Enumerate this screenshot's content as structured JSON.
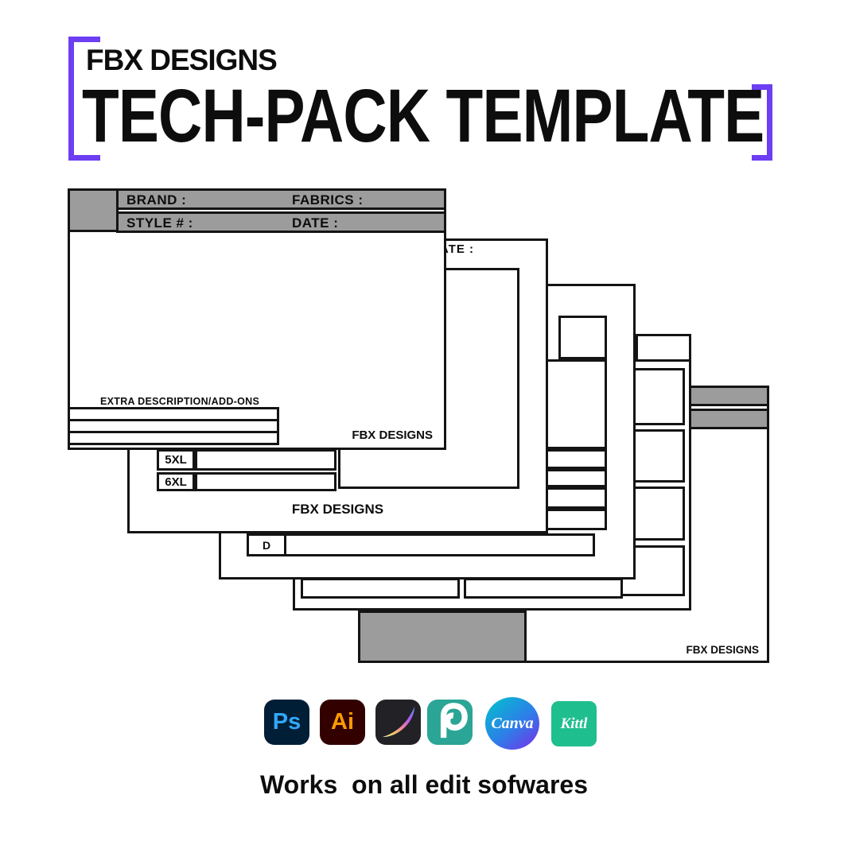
{
  "header": {
    "brand": "FBX DESIGNS",
    "title": "TECH-PACK TEMPLATE"
  },
  "pages": {
    "page1": {
      "brand_label": "BRAND :",
      "fabrics_label": "FABRICS :",
      "style_label": "STYLE # :",
      "date_label": "DATE :",
      "extra_label": "EXTRA DESCRIPTION/ADD-ONS",
      "watermark": "FBX DESIGNS"
    },
    "page2": {
      "date_fragment": "ATE :",
      "size_rows": [
        "5XL",
        "6XL"
      ],
      "watermark": "FBX DESIGNS"
    },
    "page3": {
      "row_label": "D"
    },
    "page5": {
      "watermark": "FBX DESIGNS"
    }
  },
  "software_icons": [
    {
      "name": "photoshop",
      "label": "Ps",
      "bg": "#001e36",
      "fg": "#31a8ff"
    },
    {
      "name": "illustrator",
      "label": "Ai",
      "bg": "#330000",
      "fg": "#ff9a00"
    },
    {
      "name": "procreate",
      "bg": "#222226"
    },
    {
      "name": "photopea",
      "bg": "#2ba595"
    },
    {
      "name": "canva",
      "label": "Canva"
    },
    {
      "name": "kittl",
      "label": "Kittl",
      "bg": "#1fbe8e"
    }
  ],
  "footer": {
    "caption": "Works  on all edit sofwares"
  },
  "colors": {
    "purple": "#6d3ef2",
    "gray": "#9c9c9c",
    "line": "#141414",
    "text": "#0d0d0d",
    "canva_start": "#00c4cc",
    "canva_mid": "#2d7ee8",
    "canva_end": "#7d2ae8"
  }
}
